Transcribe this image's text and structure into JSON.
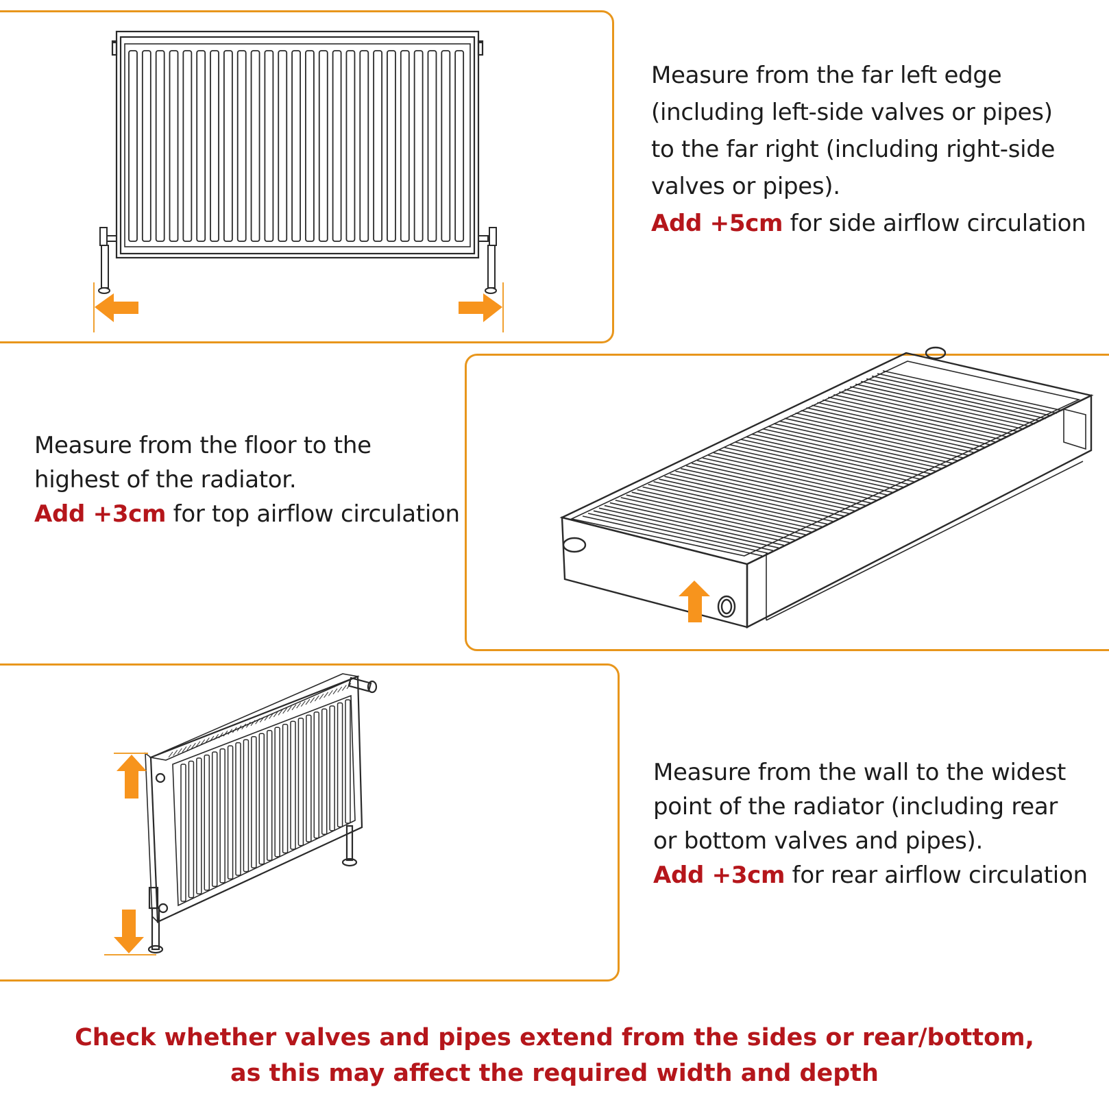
{
  "colors": {
    "accent_text": "#b5161b",
    "arrow": "#f7941d",
    "panel_border": "#e8961c",
    "body_text": "#1c1c1c"
  },
  "width_section": {
    "lines": [
      "Measure from the far left edge",
      "(including left-side valves or pipes)",
      "to the far right (including right-side",
      "valves or pipes)."
    ],
    "add_value": "Add +5cm",
    "add_suffix": " for side airflow circulation"
  },
  "height_section": {
    "lines": [
      "Measure from the floor to the",
      "highest of the radiator."
    ],
    "add_value": "Add +3cm",
    "add_suffix": " for top airflow circulation"
  },
  "depth_section": {
    "lines": [
      "Measure from the wall to the widest",
      "point of the radiator (including rear",
      "or bottom valves and pipes)."
    ],
    "add_value": "Add +3cm",
    "add_suffix": " for rear airflow circulation"
  },
  "footer": {
    "line1": "Check whether valves and pipes extend from the sides or rear/bottom,",
    "line2": "as this may affect the required width and depth"
  },
  "icons": [
    "radiator-front-illustration",
    "radiator-top-illustration",
    "radiator-angled-illustration",
    "arrow-left-icon",
    "arrow-right-icon",
    "arrow-up-icon",
    "arrow-down-icon"
  ]
}
